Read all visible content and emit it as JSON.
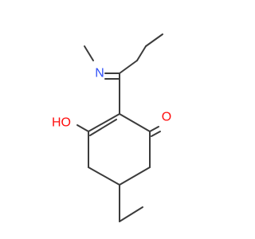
{
  "molecule": {
    "atoms": {
      "hydroxyl_o": {
        "label": "HO",
        "color": "#ff0d0d"
      },
      "ketone_o": {
        "label": "O",
        "color": "#ff0d0d"
      },
      "imine_n": {
        "label": "N",
        "color": "#3050f8"
      }
    },
    "bond_color": "#3b3b3b"
  }
}
